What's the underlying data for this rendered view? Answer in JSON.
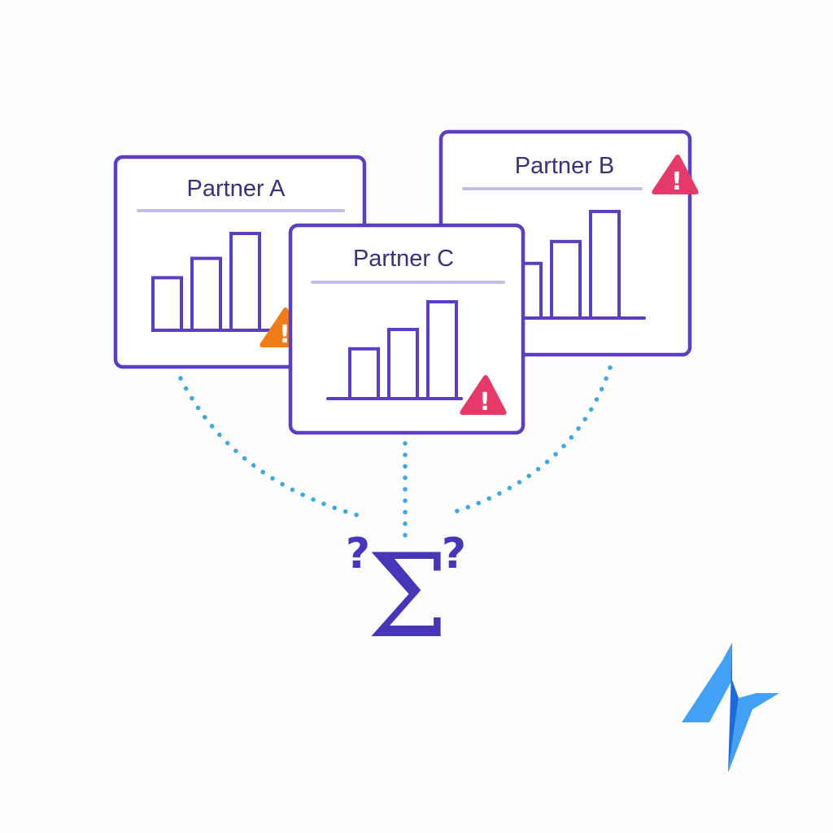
{
  "colors": {
    "frame": "#5b3fc0",
    "rule": "#c3bfe0",
    "title": "#3a3178",
    "connector": "#3fa8e0",
    "sigma": "#4636b8",
    "warning_orange": "#f07c1c",
    "warning_red": "#e63a6a",
    "logo_light": "#42a1f5",
    "logo_dark": "#1c6bd6"
  },
  "partners": [
    {
      "id": "a",
      "title": "Partner A",
      "bar_levels": [
        0.38,
        0.52,
        0.7
      ],
      "warning": {
        "icon": "warning-triangle-icon",
        "color": "#f07c1c",
        "glyph": "!"
      }
    },
    {
      "id": "b",
      "title": "Partner B",
      "bar_levels": [
        0.4,
        0.56,
        0.78
      ],
      "warning": {
        "icon": "warning-triangle-icon",
        "color": "#e63a6a",
        "glyph": "!"
      }
    },
    {
      "id": "c",
      "title": "Partner C",
      "bar_levels": [
        0.36,
        0.5,
        0.7
      ],
      "warning": {
        "icon": "warning-triangle-icon",
        "color": "#e63a6a",
        "glyph": "!"
      }
    }
  ],
  "aggregate": {
    "symbol": "Σ",
    "question_marks": [
      "?",
      "?"
    ]
  },
  "logo": {
    "icon": "pulse-logo-icon"
  }
}
